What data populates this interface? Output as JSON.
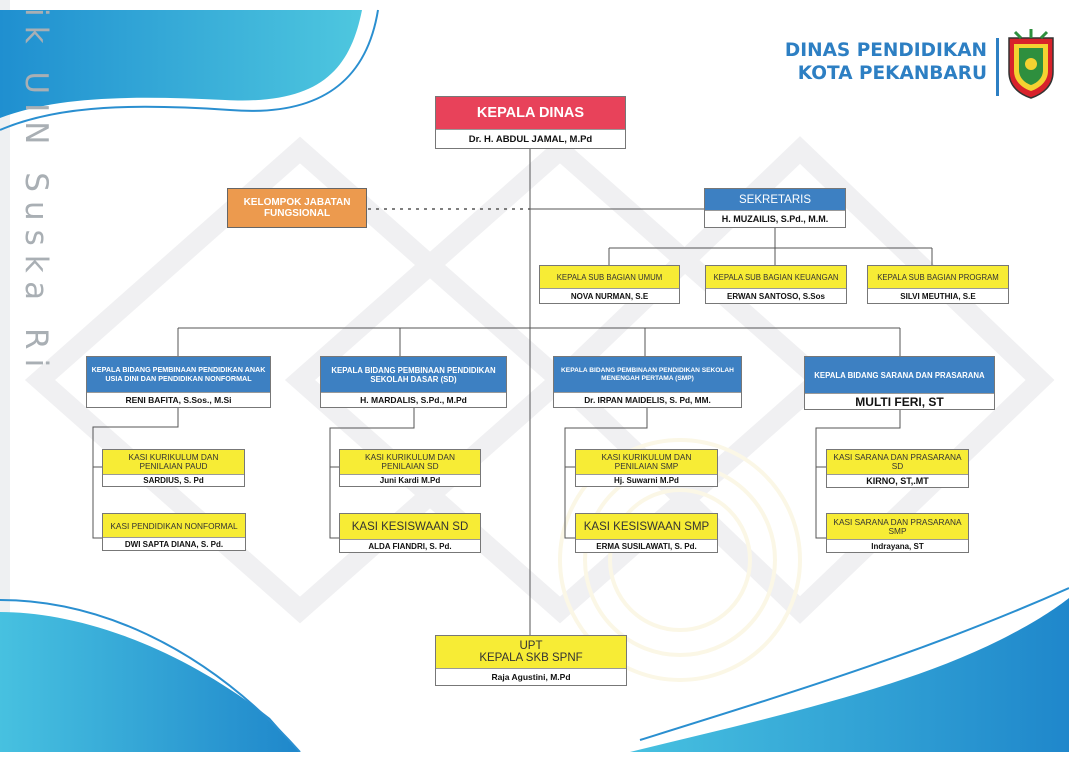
{
  "watermark": "ik UIN Suska Riau",
  "header": {
    "line1": "DINAS PENDIDIKAN",
    "line2": "KOTA PEKANBARU"
  },
  "colors": {
    "brand_blue": "#2d7fc3",
    "red": "#e8425a",
    "blue": "#3d80c2",
    "yellow": "#f7ec35",
    "orange": "#ec9a4e"
  },
  "org": {
    "kepala": {
      "title": "KEPALA DINAS",
      "name": "Dr. H. ABDUL JAMAL, M.Pd"
    },
    "fungsional": {
      "title": "KELOMPOK JABATAN FUNGSIONAL"
    },
    "sekretaris": {
      "title": "SEKRETARIS",
      "name": "H. MUZAILIS, S.Pd., M.M."
    },
    "subbagian": [
      {
        "title": "KEPALA SUB BAGIAN UMUM",
        "name": "NOVA NURMAN, S.E"
      },
      {
        "title": "KEPALA SUB BAGIAN KEUANGAN",
        "name": "ERWAN SANTOSO, S.Sos"
      },
      {
        "title": "KEPALA SUB BAGIAN PROGRAM",
        "name": "SILVI MEUTHIA, S.E"
      }
    ],
    "bidang": [
      {
        "title": "KEPALA BIDANG PEMBINAAN PENDIDIKAN ANAK USIA DINI DAN PENDIDIKAN NONFORMAL",
        "name": "RENI BAFITA, S.Sos., M.Si",
        "kasi": [
          {
            "title": "KASI KURIKULUM DAN PENILAIAN PAUD",
            "name": "SARDIUS, S. Pd"
          },
          {
            "title": "KASI PENDIDIKAN NONFORMAL",
            "name": "DWI SAPTA DIANA, S. Pd."
          }
        ]
      },
      {
        "title": "KEPALA BIDANG PEMBINAAN PENDIDIKAN SEKOLAH DASAR (SD)",
        "name": "H. MARDALIS, S.Pd., M.Pd",
        "kasi": [
          {
            "title": "KASI KURIKULUM DAN PENILAIAN SD",
            "name": "Juni Kardi M.Pd"
          },
          {
            "title": "KASI KESISWAAN SD",
            "name": "ALDA FIANDRI, S. Pd."
          }
        ]
      },
      {
        "title": "KEPALA BIDANG PEMBINAAN PENDIDIKAN SEKOLAH MENENGAH PERTAMA (SMP)",
        "name": "Dr. IRPAN MAIDELIS, S. Pd, MM.",
        "kasi": [
          {
            "title": "KASI KURIKULUM DAN PENILAIAN SMP",
            "name": "Hj. Suwarni M.Pd"
          },
          {
            "title": "KASI KESISWAAN SMP",
            "name": "ERMA SUSILAWATI, S. Pd."
          }
        ]
      },
      {
        "title": "KEPALA BIDANG SARANA DAN PRASARANA",
        "name": "MULTI FERI, ST",
        "kasi": [
          {
            "title": "KASI SARANA DAN PRASARANA SD",
            "name": "KIRNO, ST,.MT"
          },
          {
            "title": "KASI SARANA DAN PRASARANA SMP",
            "name": "Indrayana, ST"
          }
        ]
      }
    ],
    "upt": {
      "line1": "UPT",
      "line2": "KEPALA SKB SPNF",
      "name": "Raja Agustini, M.Pd"
    }
  }
}
